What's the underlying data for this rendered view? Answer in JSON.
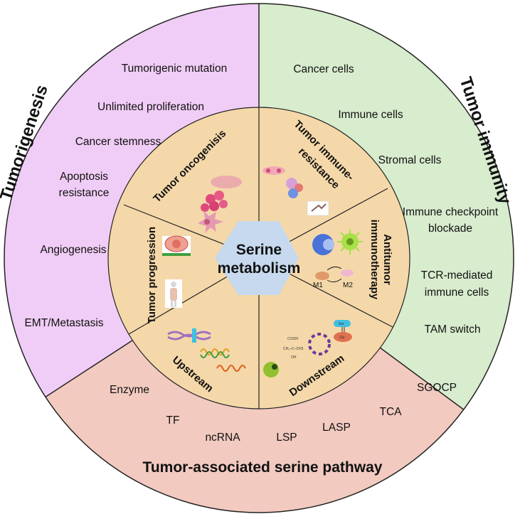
{
  "center": {
    "line1": "Serine",
    "line2": "metabolism",
    "color": "#c6d9ee"
  },
  "colors": {
    "tumorigenesis": "#f0cdf6",
    "tumor_immunity": "#d8ecce",
    "pathway": "#f2cac0",
    "inner_ring": "#f5d8a9"
  },
  "tumorigenesis": {
    "title": "Tumorigenesis",
    "items": [
      "Tumorigenic mutation",
      "Unlimited proliferation",
      "Cancer stemness",
      "Apoptosis",
      "resistance",
      "Angiogenesis",
      "EMT/Metastasis"
    ]
  },
  "tumor_immunity": {
    "title": "Tumor immunity",
    "items": [
      "Cancer cells",
      "Immune cells",
      "Stromal cells",
      "Immune checkpoint",
      "blockade",
      "TCR-mediated",
      "immune cells",
      "TAM switch"
    ]
  },
  "pathway": {
    "title": "Tumor-associated serine pathway",
    "items": [
      "Enzyme",
      "TF",
      "ncRNA",
      "LSP",
      "LASP",
      "TCA",
      "SGOCP"
    ]
  },
  "inner": {
    "oncogenesis": "Tumor oncogenisis",
    "immune_resistance_1": "Tumor immune-",
    "immune_resistance_2": "resistance",
    "antitumor_1": "Antitumor",
    "antitumor_2": "immunotherapy",
    "progression": "Tumor progression",
    "upstream": "Upstream",
    "downstream": "Downstream"
  },
  "small_labels": {
    "m1": "M1",
    "m2": "M2",
    "ser": "Ser",
    "gly": "Gly",
    "cooh": "COOH",
    "chain": "CH₂–C–CH3",
    "oh": "OH"
  }
}
